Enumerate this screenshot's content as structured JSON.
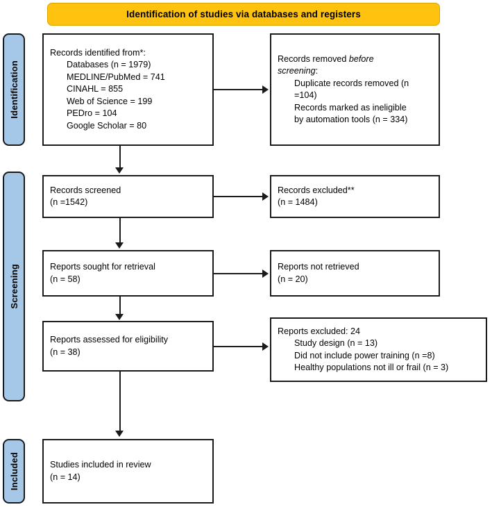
{
  "banner": {
    "title": "Identification of studies via databases and registers",
    "background_color": "#FFC20E"
  },
  "stages": [
    {
      "label": "Identification"
    },
    {
      "label": "Screening"
    },
    {
      "label": "Included"
    }
  ],
  "colors": {
    "stage_fill": "#A6C8E8",
    "box_border": "#1a1a1a",
    "banner_fill": "#FFC20E",
    "background": "#FFFFFF"
  },
  "boxes": {
    "identified": {
      "lines": [
        {
          "text": "Records identified from*:",
          "indent": false
        },
        {
          "text": "Databases (n = 1979)",
          "indent": true
        },
        {
          "text": "MEDLINE/PubMed = 741",
          "indent": true
        },
        {
          "text": "CINAHL = 855",
          "indent": true
        },
        {
          "text": "Web of Science = 199",
          "indent": true
        },
        {
          "text": "PEDro = 104",
          "indent": true
        },
        {
          "text": "Google Scholar = 80",
          "indent": true
        }
      ]
    },
    "removed_before_screening": {
      "lead_prefix": "Records removed ",
      "lead_italic": "before",
      "lead_italic_2": "screening",
      "lead_suffix": ":",
      "lines": [
        {
          "text": "Duplicate records removed (n",
          "indent": true
        },
        {
          "text": "=104)",
          "indent": true
        },
        {
          "text": "Records marked as ineligible",
          "indent": true
        },
        {
          "text": "by automation tools (n = 334)",
          "indent": true
        }
      ]
    },
    "records_screened": {
      "lines": [
        {
          "text": "Records screened",
          "indent": false
        },
        {
          "text": "(n =1542)",
          "indent": false
        }
      ]
    },
    "records_excluded": {
      "lines": [
        {
          "text": "Records excluded**",
          "indent": false
        },
        {
          "text": "(n = 1484)",
          "indent": false
        }
      ]
    },
    "reports_sought": {
      "lines": [
        {
          "text": "Reports sought for retrieval",
          "indent": false
        },
        {
          "text": "(n = 58)",
          "indent": false
        }
      ]
    },
    "reports_not_retrieved": {
      "lines": [
        {
          "text": "Reports not retrieved",
          "indent": false
        },
        {
          "text": "(n = 20)",
          "indent": false
        }
      ]
    },
    "reports_assessed": {
      "lines": [
        {
          "text": "Reports assessed for eligibility",
          "indent": false
        },
        {
          "text": "(n = 38)",
          "indent": false
        }
      ]
    },
    "reports_excluded": {
      "lines": [
        {
          "text": "Reports excluded: 24",
          "indent": false
        },
        {
          "text": "Study design (n = 13)",
          "indent": true
        },
        {
          "text": "Did not include power training (n =8)",
          "indent": true
        },
        {
          "text": "Healthy populations not ill or frail (n = 3)",
          "indent": true
        }
      ]
    },
    "studies_included": {
      "lines": [
        {
          "text": "Studies included in review",
          "indent": false
        },
        {
          "text": "(n = 14)",
          "indent": false
        }
      ]
    }
  }
}
